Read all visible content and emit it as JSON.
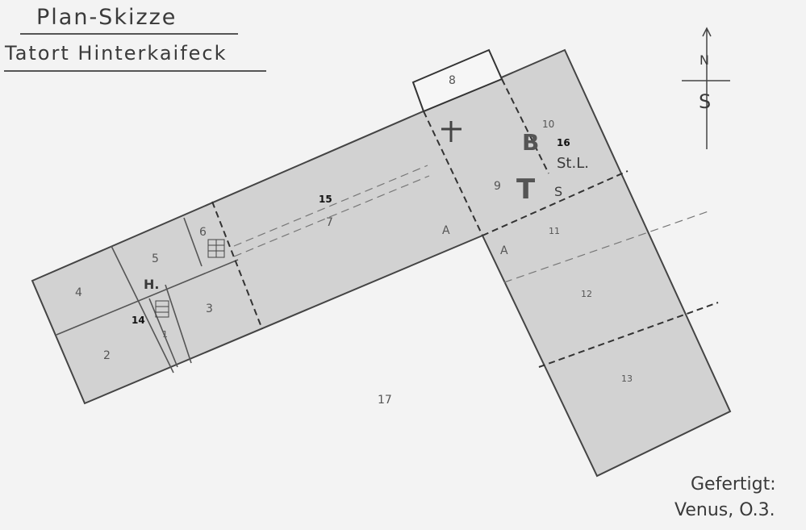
{
  "title": "Plan-Skizze",
  "subtitle": "Tatort Hinterkaifeck",
  "signature": {
    "label": "Gefertigt:",
    "name": "Venus, O.3."
  },
  "compass": {
    "north": "N",
    "south": "S"
  },
  "rooms": {
    "r1": "1",
    "r2": "2",
    "r3": "3",
    "r4": "4",
    "r5": "5",
    "r6": "6",
    "r8": "8",
    "r9": "9",
    "r10": "10",
    "r11": "11",
    "r12": "12",
    "r13": "13",
    "r14": "14",
    "r15": "15",
    "r16": "16",
    "r17": "17",
    "r7": "7"
  },
  "markers": {
    "a1": "A",
    "a2": "A",
    "b": "B",
    "stl": "St.L.",
    "s": "S",
    "t": "T",
    "h": "H."
  },
  "colors": {
    "paper": "#f3f3f3",
    "building": "#d2d2d2",
    "ink": "#3a3a3a"
  }
}
